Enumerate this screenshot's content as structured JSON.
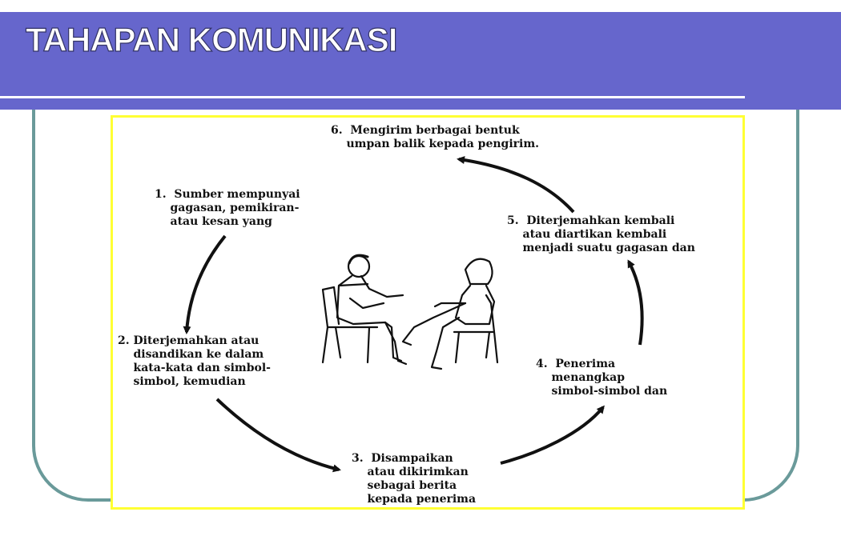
{
  "slide": {
    "title": "TAHAPAN KOMUNIKASI",
    "colors": {
      "header": "#6666cc",
      "frame": "#6a9a9a",
      "diagram_border": "#ffff33"
    }
  },
  "diagram": {
    "steps": [
      {
        "text": "1.  Sumber mempunyai\n    gagasan, pemikiran-\n    atau kesan yang"
      },
      {
        "text": "2. Diterjemahkan atau\n    disandikan ke dalam\n    kata-kata dan simbol-\n    simbol, kemudian"
      },
      {
        "text": "3.  Disampaikan\n    atau dikirimkan\n    sebagai berita\n    kepada penerima"
      },
      {
        "text": "4.  Penerima\n    menangkap\n    simbol-simbol dan"
      },
      {
        "text": "5.  Diterjemahkan kembali\n    atau diartikan kembali\n    menjadi suatu gagasan dan"
      },
      {
        "text": "6.  Mengirim berbagai bentuk\n    umpan balik kepada pengirim."
      }
    ],
    "illustration": "two-seated-people-talking"
  }
}
